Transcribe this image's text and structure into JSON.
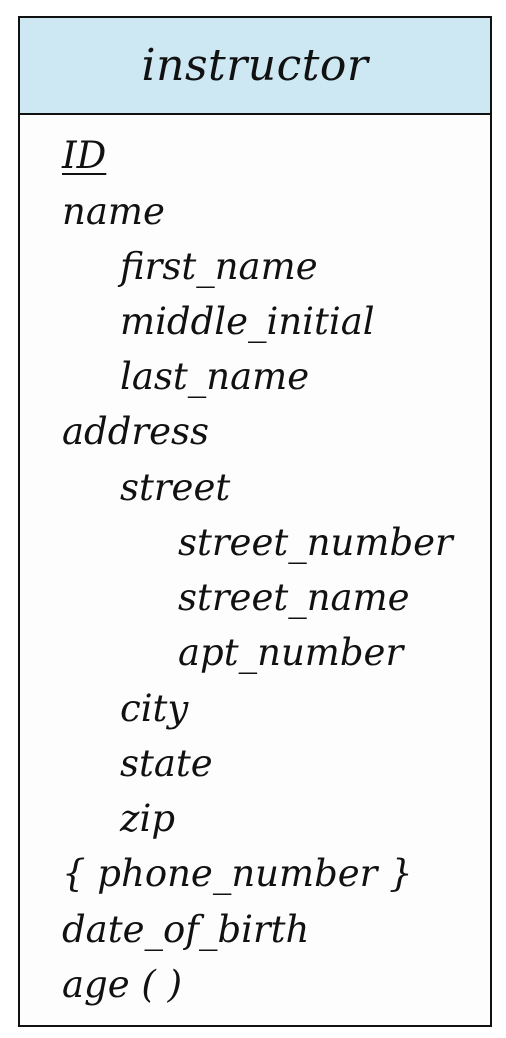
{
  "entity": {
    "name": "instructor",
    "header_color": "#cde8f3",
    "attributes": [
      {
        "label": "ID",
        "level": 0,
        "primary_key": true
      },
      {
        "label": "name",
        "level": 0
      },
      {
        "label": "first_name",
        "level": 1
      },
      {
        "label": "middle_initial",
        "level": 1
      },
      {
        "label": "last_name",
        "level": 1
      },
      {
        "label": "address",
        "level": 0
      },
      {
        "label": "street",
        "level": 1
      },
      {
        "label": "street_number",
        "level": 2
      },
      {
        "label": "street_name",
        "level": 2
      },
      {
        "label": "apt_number",
        "level": 2
      },
      {
        "label": "city",
        "level": 1
      },
      {
        "label": "state",
        "level": 1
      },
      {
        "label": "zip",
        "level": 1
      },
      {
        "label": "{ phone_number }",
        "level": 0
      },
      {
        "label": "date_of_birth",
        "level": 0
      },
      {
        "label": "age ( )",
        "level": 0
      }
    ]
  }
}
